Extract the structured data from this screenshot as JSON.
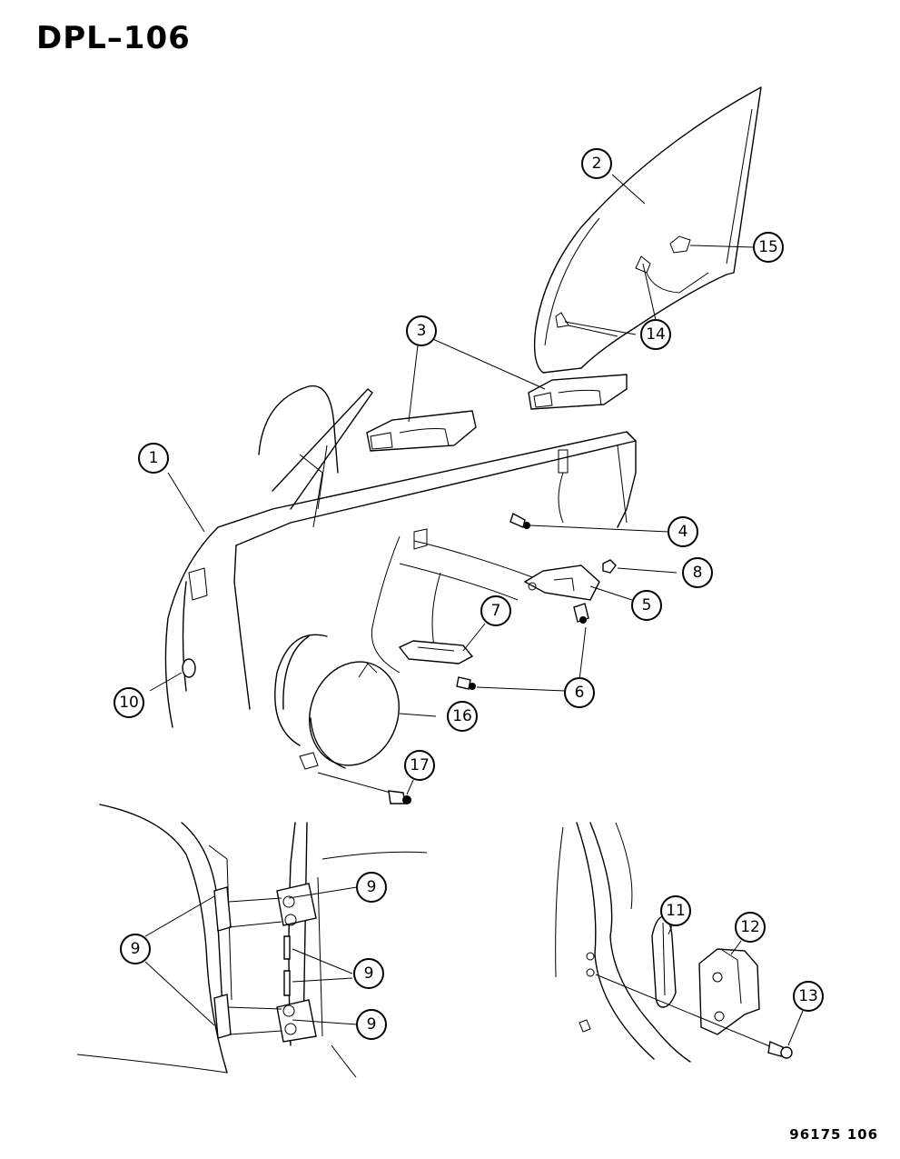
{
  "header": {
    "title": "DPL–106"
  },
  "footer": {
    "code": "96175  106"
  },
  "callouts": [
    {
      "id": "c1",
      "label": "1"
    },
    {
      "id": "c2",
      "label": "2"
    },
    {
      "id": "c3",
      "label": "3"
    },
    {
      "id": "c4",
      "label": "4"
    },
    {
      "id": "c5",
      "label": "5"
    },
    {
      "id": "c6",
      "label": "6"
    },
    {
      "id": "c7",
      "label": "7"
    },
    {
      "id": "c8",
      "label": "8"
    },
    {
      "id": "c9a",
      "label": "9"
    },
    {
      "id": "c9b",
      "label": "9"
    },
    {
      "id": "c9c",
      "label": "9"
    },
    {
      "id": "c9d",
      "label": "9"
    },
    {
      "id": "c10",
      "label": "10"
    },
    {
      "id": "c11",
      "label": "11"
    },
    {
      "id": "c12",
      "label": "12"
    },
    {
      "id": "c13",
      "label": "13"
    },
    {
      "id": "c14",
      "label": "14"
    },
    {
      "id": "c15",
      "label": "15"
    },
    {
      "id": "c16",
      "label": "16"
    },
    {
      "id": "c17",
      "label": "17"
    }
  ]
}
